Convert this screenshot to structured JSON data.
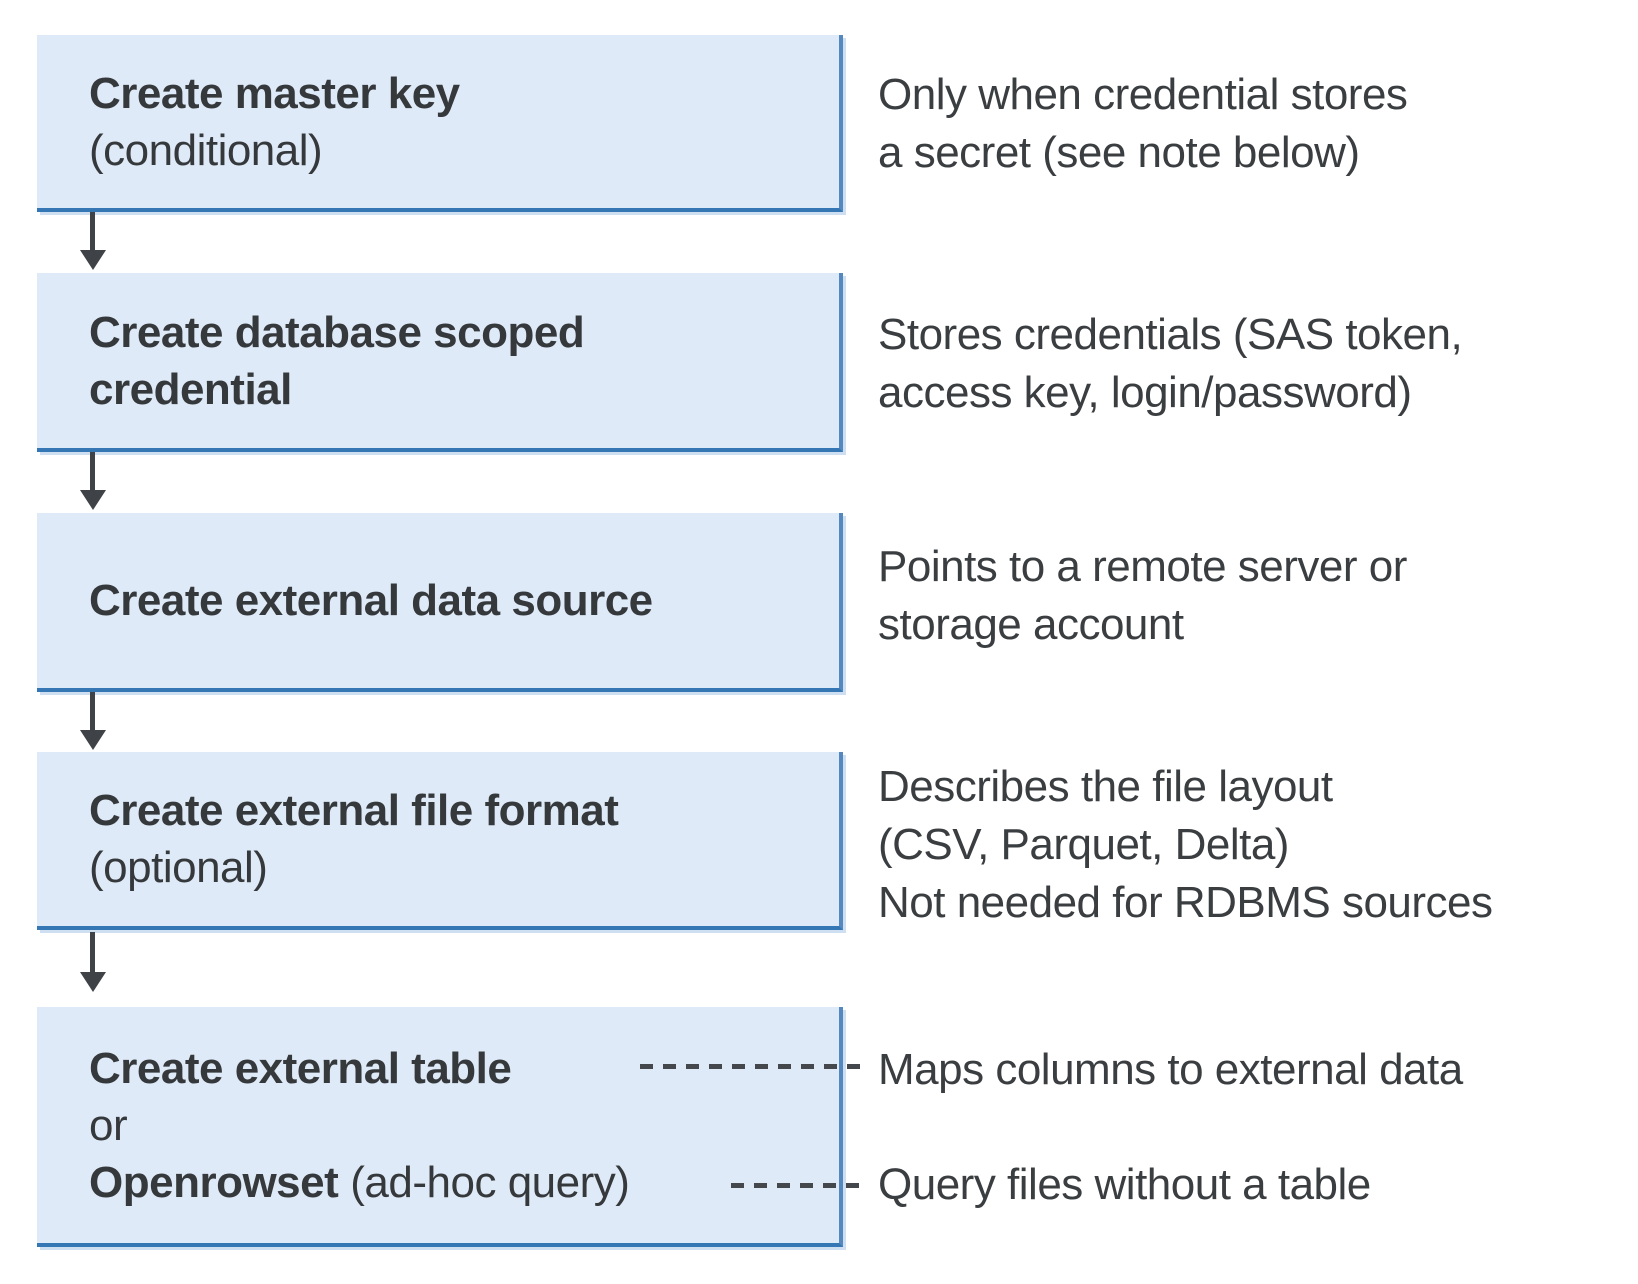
{
  "steps": [
    {
      "title": "Create master key",
      "subtitle": "(conditional)"
    },
    {
      "title_line1": "Create database scoped",
      "title_line2": "credential"
    },
    {
      "title": "Create external data source"
    },
    {
      "title": "Create external file format",
      "subtitle": "(optional)"
    },
    {
      "title": "Create external table",
      "connector": "or",
      "alt_title": "Openrowset",
      "alt_subtitle": "(ad-hoc query)"
    }
  ],
  "notes": [
    {
      "lines": [
        "Only when credential stores",
        "a secret (see note below)"
      ]
    },
    {
      "lines": [
        "Stores credentials (SAS token,",
        "access key, login/password)"
      ]
    },
    {
      "lines": [
        "Points to a remote server or",
        "storage account"
      ]
    },
    {
      "lines": [
        "Describes the file layout",
        "(CSV, Parquet, Delta)",
        "Not needed for RDBMS sources"
      ]
    },
    {
      "lines": [
        "Maps columns to external data"
      ]
    },
    {
      "lines": [
        "Query files without a table"
      ]
    }
  ],
  "colors": {
    "box_fill": "#dfeaf8",
    "box_border_bottom": "#3576b5",
    "box_border_right": "#5688c0",
    "arrow": "#3f4347",
    "dash": "#44474b",
    "text": "#36393c",
    "background": "#ffffff"
  }
}
